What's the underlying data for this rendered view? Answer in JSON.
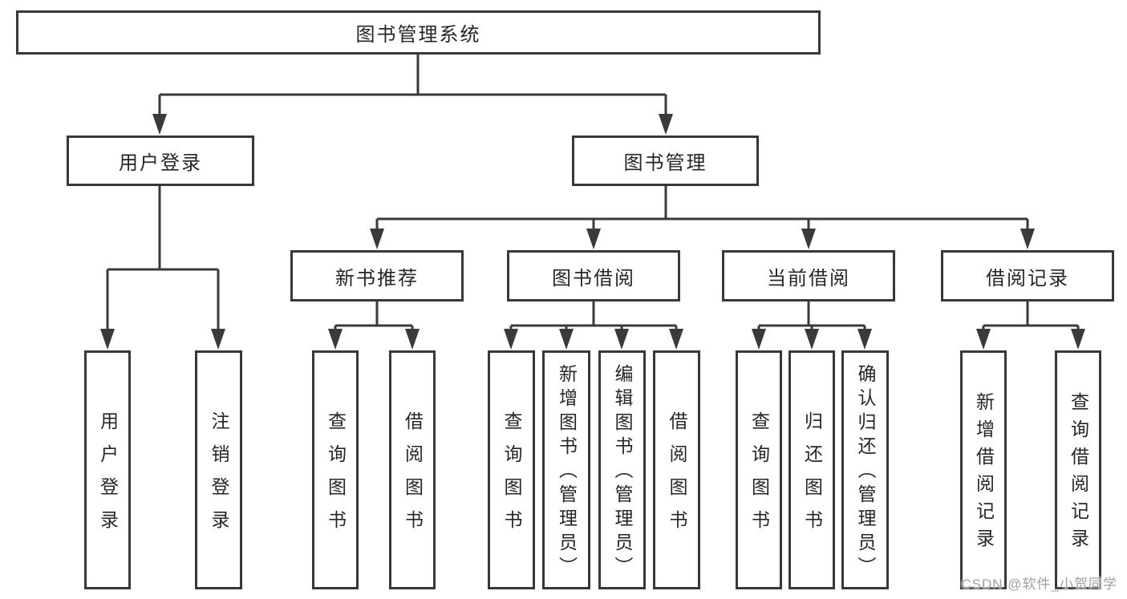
{
  "diagram": {
    "root": {
      "label": "图书管理系统",
      "children": [
        {
          "label": "用户登录",
          "children": [
            {
              "label": "用户登录"
            },
            {
              "label": "注销登录"
            }
          ]
        },
        {
          "label": "图书管理",
          "children": [
            {
              "label": "新书推荐",
              "children": [
                {
                  "label": "查询图书"
                },
                {
                  "label": "借阅图书"
                }
              ]
            },
            {
              "label": "图书借阅",
              "children": [
                {
                  "label": "查询图书"
                },
                {
                  "label": "新增图书（管理员）"
                },
                {
                  "label": "编辑图书（管理员）"
                },
                {
                  "label": "借阅图书"
                }
              ]
            },
            {
              "label": "当前借阅",
              "children": [
                {
                  "label": "查询图书"
                },
                {
                  "label": "归还图书"
                },
                {
                  "label": "确认归还（管理员）"
                }
              ]
            },
            {
              "label": "借阅记录",
              "children": [
                {
                  "label": "新增借阅记录"
                },
                {
                  "label": "查询借阅记录"
                }
              ]
            }
          ]
        }
      ]
    },
    "watermark": "CSDN @软件_小贺同学",
    "colors": {
      "line": "#3a3a3a",
      "box_border": "#383838",
      "box_background": "#ffffff",
      "text": "#262626",
      "watermark_text": "#9f9f9f",
      "page_background": "#ffffff"
    }
  }
}
